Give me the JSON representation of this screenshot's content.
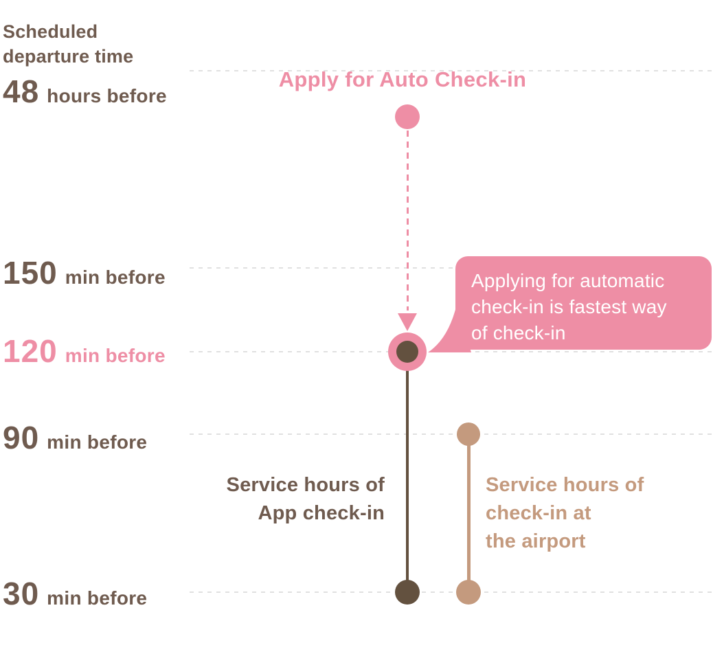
{
  "colors": {
    "brown": "#6F5B4F",
    "dark_brown": "#63513F",
    "pink": "#EE8EA5",
    "tan": "#C49A7E",
    "gridline": "#E0E0E0",
    "bubble_text": "#FFFFFF",
    "bg": "#FFFFFF"
  },
  "axis": {
    "title": "Scheduled\ndeparture time"
  },
  "timeline": [
    {
      "value": "48",
      "unit": "hours before",
      "highlight": false
    },
    {
      "value": "150",
      "unit": "min before",
      "highlight": false
    },
    {
      "value": "120",
      "unit": "min before",
      "highlight": true
    },
    {
      "value": "90",
      "unit": "min before",
      "highlight": false
    },
    {
      "value": "30",
      "unit": "min before",
      "highlight": false
    }
  ],
  "events": {
    "auto_checkin_heading": "Apply for Auto Check-in",
    "tooltip_text": "Applying for automatic\ncheck-in is fastest way\nof check-in",
    "app_checkin_label": "Service hours of\nApp check-in",
    "airport_checkin_label": "Service hours of\ncheck-in at\nthe airport"
  },
  "diagram": {
    "type": "timeline",
    "auto_checkin_span": {
      "from": "48 hours before",
      "to": "120 min before",
      "style": "dashed-arrow"
    },
    "app_checkin_span": {
      "from": "120 min before",
      "to": "30 min before"
    },
    "airport_checkin_span": {
      "from": "90 min before",
      "to": "30 min before"
    }
  }
}
